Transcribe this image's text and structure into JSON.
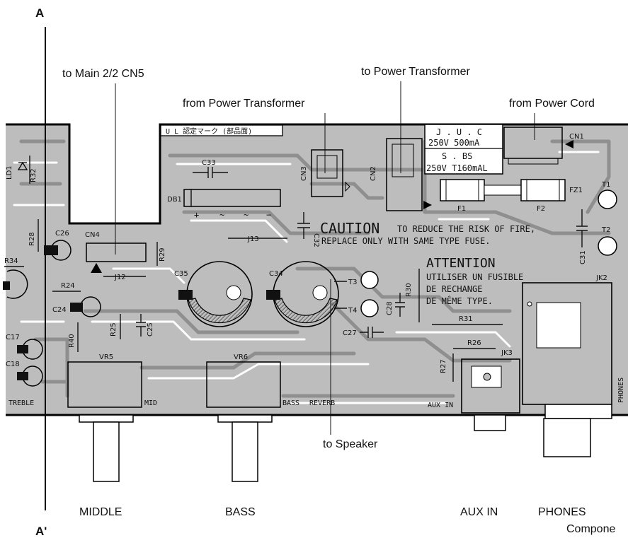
{
  "section": {
    "top": "A",
    "bottom": "A'"
  },
  "callouts": {
    "main_cn5": "to Main 2/2 CN5",
    "to_power_transformer": "to Power Transformer",
    "from_power_transformer": "from Power Transformer",
    "from_power_cord": "from Power Cord",
    "to_speaker": "to Speaker"
  },
  "silkscreen_ul": "U L 認定マーク (部品面)",
  "fuse_rating": {
    "line1": "J . U . C",
    "line2": "250V 500mA",
    "line3": "S . BS",
    "line4": "250V T160mAL"
  },
  "caution": {
    "title": "CAUTION",
    "line1": "TO REDUCE THE RISK OF FIRE,",
    "line2": "REPLACE ONLY WITH SAME TYPE FUSE."
  },
  "attention": {
    "title": "ATTENTION",
    "line1": "UTILISER UN FUSIBLE",
    "line2": "DE RECHANGE",
    "line3": "DE MÊME TYPE."
  },
  "refs": {
    "ld1": "LD1",
    "r32": "R32",
    "r28": "R28",
    "c26": "C26",
    "cn4": "CN4",
    "j12": "J12",
    "r29": "R29",
    "r34": "R34",
    "r24": "R24",
    "c24": "C24",
    "r25": "R25",
    "c25": "C25",
    "r40": "R40",
    "c17": "C17",
    "c18": "C18",
    "vr5": "VR5",
    "vr6": "VR6",
    "c33": "C33",
    "db1": "DB1",
    "cn3": "CN3",
    "c32": "C32",
    "j13": "J13",
    "c35": "C35",
    "c34": "C34",
    "t3": "T3",
    "t4": "T4",
    "r30": "R30",
    "c28": "C28",
    "c27": "C27",
    "r31": "R31",
    "r26": "R26",
    "jk3": "JK3",
    "r27": "R27",
    "cn2": "CN2",
    "cn1": "CN1",
    "f1": "F1",
    "f2": "F2",
    "fz1": "FZ1",
    "t1": "T1",
    "t2": "T2",
    "c31": "C31",
    "jk2": "JK2"
  },
  "db1_marks": [
    "+",
    "~",
    "~",
    "−"
  ],
  "board_labels": {
    "treble": "TREBLE",
    "mid": "MID",
    "bass": "BASS",
    "reverb": "REVERB",
    "aux_in": "AUX IN",
    "phones": "PHONES"
  },
  "bottom_labels": {
    "middle": "MIDDLE",
    "bass": "BASS",
    "aux_in": "AUX IN",
    "phones": "PHONES"
  },
  "caption": "Compone"
}
